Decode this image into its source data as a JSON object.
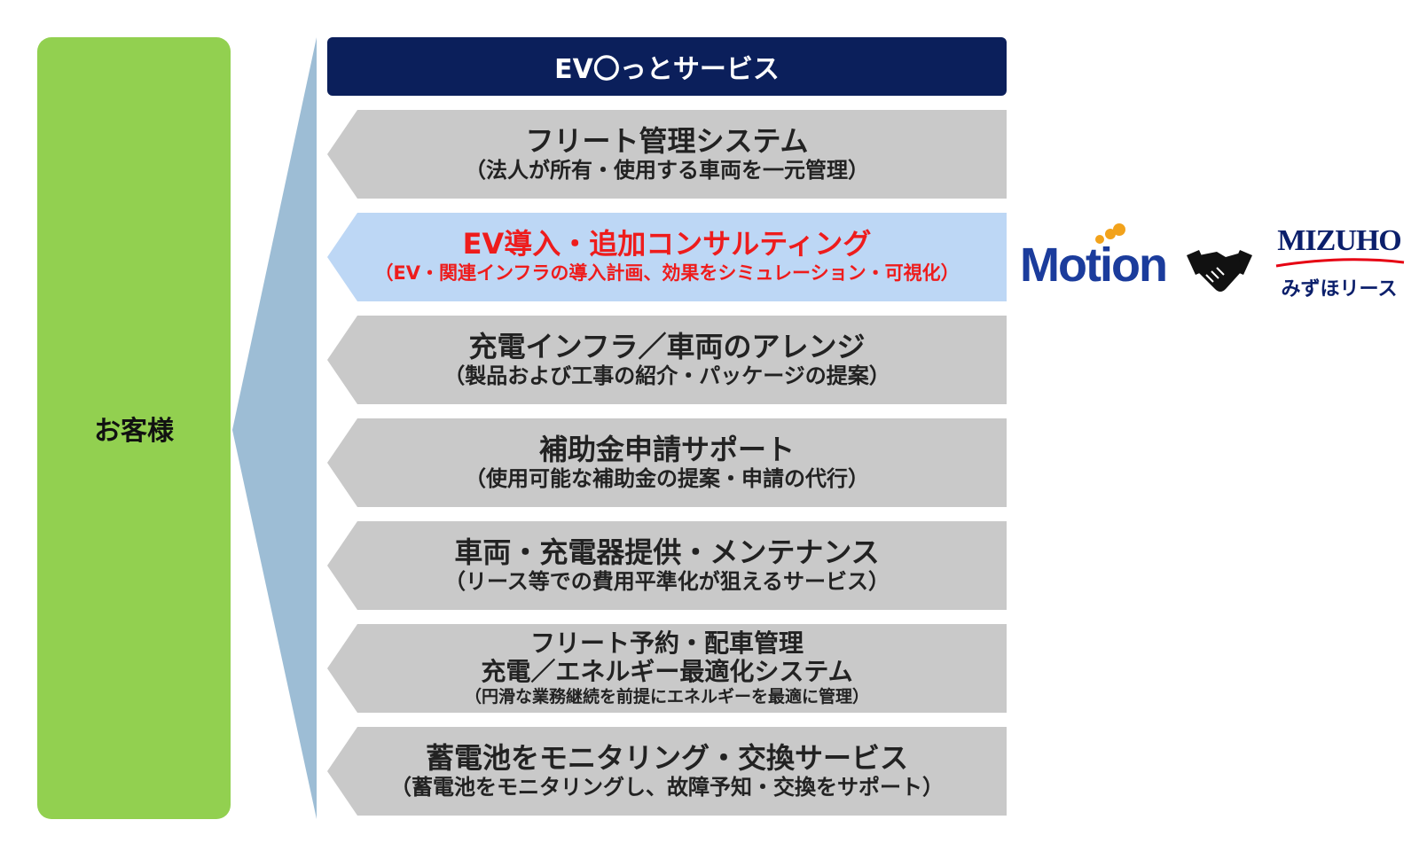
{
  "customer": {
    "label": "お客様"
  },
  "header": {
    "title": "EV〇っとサービス"
  },
  "services": [
    {
      "title": "フリート管理システム",
      "subtitle": "（法人が所有・使用する車両を一元管理）"
    },
    {
      "title": "EV導入・追加コンサルティング",
      "subtitle": "（EV・関連インフラの導入計画、効果をシミュレーション・可視化）"
    },
    {
      "title": "充電インフラ／車両のアレンジ",
      "subtitle": "（製品および工事の紹介・パッケージの提案）"
    },
    {
      "title": "補助金申請サポート",
      "subtitle": "（使用可能な補助金の提案・申請の代行）"
    },
    {
      "title": "車両・充電器提供・メンテナンス",
      "subtitle": "（リース等での費用平準化が狙えるサービス）"
    },
    {
      "title_line1": "フリート予約・配車管理",
      "title_line2": "充電／エネルギー最適化システム",
      "subtitle": "（円滑な業務継続を前提にエネルギーを最適に管理）"
    },
    {
      "title": "蓄電池をモニタリング・交換サービス",
      "subtitle": "（蓄電池をモニタリングし、故障予知・交換をサポート）"
    }
  ],
  "partners": {
    "motion": {
      "name": "Motion"
    },
    "handshake_icon": "handshake-icon",
    "mizuho": {
      "name": "MIZUHO",
      "sub": "みずほリース"
    }
  },
  "colors": {
    "customer_green": "#92d050",
    "header_navy": "#0b1f5b",
    "service_gray": "#c9c9c9",
    "highlight_blue": "#bdd7f5",
    "highlight_red": "#ee1c1c",
    "funnel_blue": "#9dbdd5"
  }
}
